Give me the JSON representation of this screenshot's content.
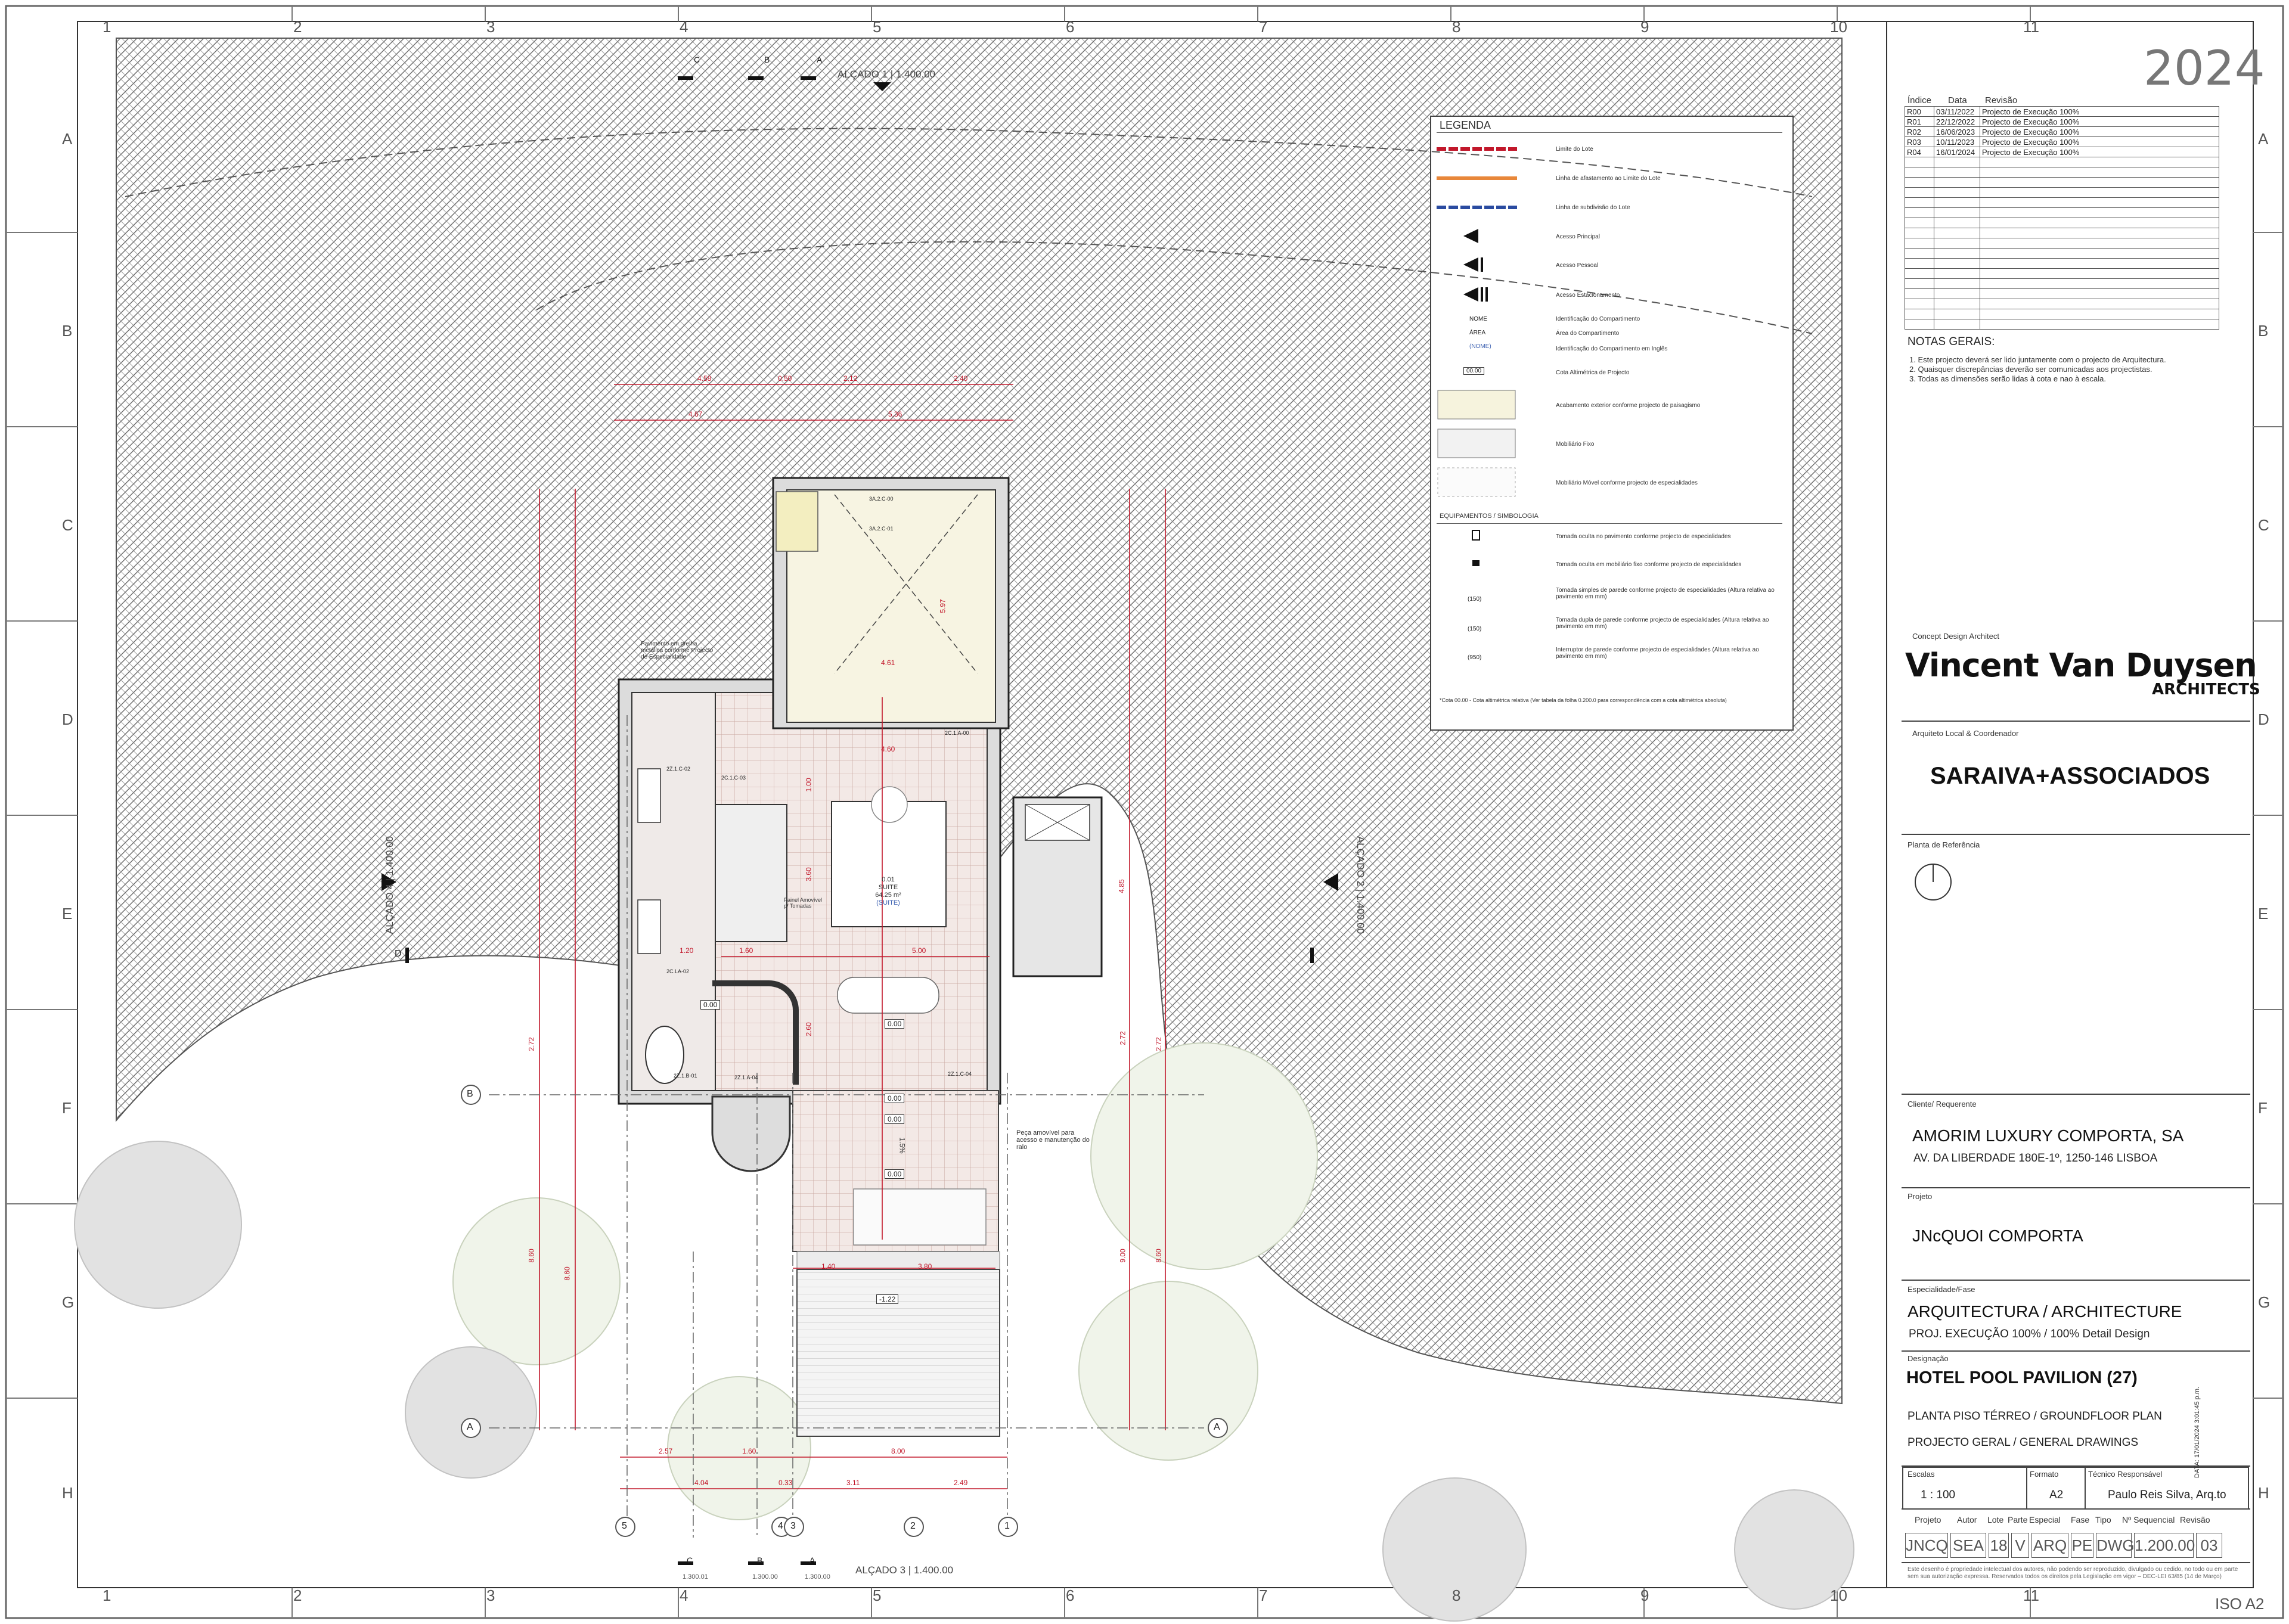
{
  "sheet": {
    "year": "2024",
    "iso_format": "ISO A2",
    "col_labels": [
      "1",
      "2",
      "3",
      "4",
      "5",
      "6",
      "7",
      "8",
      "9",
      "10",
      "11"
    ],
    "row_labels": [
      "A",
      "B",
      "C",
      "D",
      "E",
      "F",
      "G",
      "H"
    ],
    "side_date_stamp": "DATA: 17/01/2024 3:01:45 p.m."
  },
  "revisions": {
    "headers": [
      "Índice",
      "Data",
      "Revisão"
    ],
    "rows": [
      [
        "R00",
        "03/11/2022",
        "Projecto de Execução 100%"
      ],
      [
        "R01",
        "22/12/2022",
        "Projecto de Execução 100%"
      ],
      [
        "R02",
        "16/06/2023",
        "Projecto de Execução 100%"
      ],
      [
        "R03",
        "10/11/2023",
        "Projecto de Execução 100%"
      ],
      [
        "R04",
        "16/01/2024",
        "Projecto de Execução 100%"
      ]
    ]
  },
  "notes": {
    "title": "NOTAS GERAIS:",
    "items": [
      "1. Este projecto deverá ser lido juntamente com o projecto de Arquitectura.",
      "2. Quaisquer discrepâncias deverão ser comunicadas aos projectistas.",
      "3. Todas as dimensões serão lidas à cota e nao à escala."
    ]
  },
  "legend": {
    "title": "LEGENDA",
    "items": [
      "Limite do Lote",
      "Linha de afastamento ao Limite do Lote",
      "Linha de subdivisão do Lote",
      "Acesso Principal",
      "Acesso Pessoal",
      "Acesso Estacionamento",
      "Identificação do Compartimento",
      "Área do Compartimento",
      "Identificação do Compartimento em Inglês",
      "Cota Altimétrica de Projecto",
      "Acabamento exterior conforme projecto de paisagismo",
      "Mobiliário Fixo",
      "Mobiliário Móvel conforme projecto de especialidades"
    ],
    "room_tags": [
      "NOME",
      "ÁREA",
      "(NOME)"
    ],
    "cota_sample": "00.00",
    "equip_title": "EQUIPAMENTOS / SIMBOLOGIA",
    "equip_items": [
      "Tomada oculta no pavimento conforme projecto de especialidades",
      "Tomada oculta em mobiliário fixo conforme projecto de especialidades",
      "Tomada simples de parede conforme projecto de especialidades (Altura relativa ao pavimento em mm)",
      "Tomada dupla de parede conforme projecto de especialidades (Altura relativa ao pavimento em mm)",
      "Interruptor de parede conforme projecto de especialidades (Altura relativa ao pavimento em mm)"
    ],
    "equip_heights": [
      "(150)",
      "(150)",
      "(950)"
    ],
    "footnote": "*Cota 00.00 - Cota altimétrica relativa (Ver tabela da folha 0.200.0 para correspondência com a cota altimétrica absoluta)"
  },
  "title_block": {
    "concept_label": "Concept Design Architect",
    "concept_name": "Vincent Van Duysen",
    "concept_sub": "ARCHITECTS",
    "local_label": "Arquiteto Local & Coordenador",
    "local_name": "SARAIVA+ASSOCIADOS",
    "ref_label": "Planta de Referência",
    "client_label": "Cliente/ Requerente",
    "client_name": "AMORIM LUXURY COMPORTA, SA",
    "client_address": "AV. DA LIBERDADE 180E-1º, 1250-146 LISBOA",
    "project_label": "Projeto",
    "project_name": "JNcQUOI COMPORTA",
    "specialty_label": "Especialidade/Fase",
    "specialty_name": "ARQUITECTURA / ARCHITECTURE",
    "specialty_phase": "PROJ. EXECUÇÃO 100% / 100% Detail Design",
    "designation_label": "Designação",
    "designation_main": "HOTEL POOL PAVILION (27)",
    "designation_line2": "PLANTA PISO TÉRREO / GROUNDFLOOR PLAN",
    "designation_line3": "PROJECTO GERAL / GENERAL DRAWINGS",
    "scale_label": "Escalas",
    "scale_value": "1 : 100",
    "format_label": "Formato",
    "format_value": "A2",
    "tech_label": "Técnico Responsável",
    "tech_value": "Paulo Reis Silva, Arq.to",
    "code_headers": [
      "Projeto",
      "Autor",
      "Lote",
      "Parte",
      "Especial",
      "Fase",
      "Tipo",
      "Nº Sequencial",
      "Revisão"
    ],
    "code_values": [
      "JNCQ",
      "SEA",
      "18",
      "V",
      "ARQ",
      "PE",
      "DWG",
      "1.200.00",
      "03"
    ],
    "copyright": "Este desenho é propriedade intelectual dos autores, não podendo ser reproduzido, divulgado ou cedido, no todo ou em parte sem sua autorização expressa. Reservados todos os direitos pela Legislação em vigor – DEC-LEI 63/85 (14 de Março)"
  },
  "plan": {
    "elevation_top": "ALÇADO 1 | 1.400.00",
    "elevation_bottom": "ALÇADO 3 | 1.400.00",
    "elevation_left": "ALÇADO 4 | 1.400.00",
    "elevation_right": "ALÇADO 2 | 1.400.00",
    "section_marks": [
      "C",
      "B",
      "A"
    ],
    "section_refs": [
      "1.300.01",
      "1.300.00",
      "1.300.00"
    ],
    "section_d": "D",
    "grid_bubbles_bottom": [
      "5",
      "4",
      "3",
      "2",
      "1"
    ],
    "grid_bubbles_side": [
      "A",
      "B"
    ],
    "room": {
      "number": "0.01",
      "name": "SUITE",
      "area": "64.25 m²",
      "name_en": "(SUITE)"
    },
    "levels": [
      "0.00",
      "0.00",
      "0.00",
      "0.00",
      "0.00",
      "-1.22"
    ],
    "dims_top": [
      "4.58",
      "0.50",
      "2.12",
      "2.40",
      "4.67",
      "5.36"
    ],
    "dims_bottom_1": [
      "2.57",
      "1.60",
      "8.00"
    ],
    "dims_bottom_2": [
      "4.04",
      "0.33",
      "3.11",
      "2.49"
    ],
    "dims_inner": [
      "4.61",
      "4.60",
      "5.00",
      "1.60",
      "1.20",
      "3.80",
      "1.40",
      "3.60",
      "1.00",
      "2.60",
      "5.97",
      "4.85"
    ],
    "dims_vertical": [
      "8.60",
      "8.60",
      "9.00",
      "8.60",
      "2.72",
      "2.72",
      "2.72"
    ],
    "note_pool": "Peça amovível para acesso e manutenção do ralo",
    "note_wall": "Pavimento em grelha metálica conforme Projecto de Especialidade",
    "note_bed": "Painel Amovível p/ Tomadas",
    "slope": "1.5%",
    "door_tags": [
      "3A.2.C-00",
      "3A.2.C-01",
      "2Z.1.C-02",
      "2C.1.C-03",
      "2C.LA-02",
      "2Z.1.B-01",
      "2Z.1.A-04",
      "2C.1.A-00",
      "2Z.1.C-04"
    ]
  }
}
